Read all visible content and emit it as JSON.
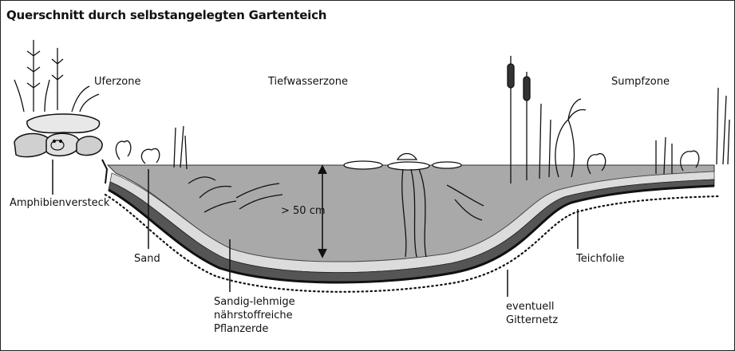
{
  "title": "Querschnitt durch selbstangelegten Gartenteich",
  "zones": {
    "ufer": "Uferzone",
    "tiefwasser": "Tiefwasserzone",
    "sumpf": "Sumpfzone"
  },
  "labels": {
    "amphibien": "Amphibienversteck",
    "sand": "Sand",
    "depth": "> 50 cm",
    "erde_1": "Sandig-lehmige",
    "erde_2": "nährstoffreiche",
    "erde_3": "Pflanzerde",
    "folie": "Teichfolie",
    "gitter_1": "eventuell",
    "gitter_2": "Gitternetz"
  },
  "colors": {
    "water": "#a9a9a9",
    "sand": "#d9d9d9",
    "soil": "#4a4a4a",
    "liner": "#1a1a1a",
    "ink": "#111111"
  }
}
